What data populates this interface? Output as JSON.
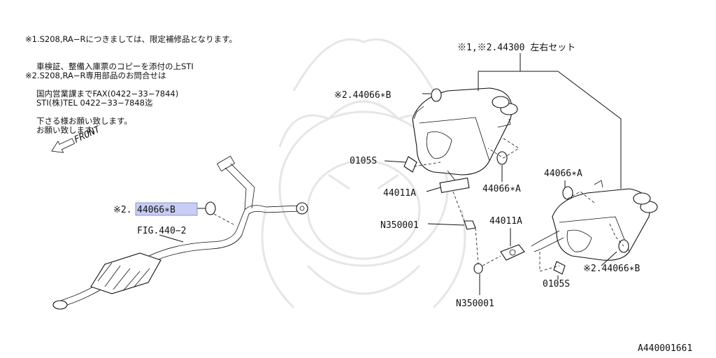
{
  "notes": [
    {
      "lines": [
        "※1.S208,RA−Rにつきましては、限定補修品となります。",
        "車検証、整備入庫票のコピーを添付の上STI",
        "国内営業課までFAX(0422−33−7844)",
        "下さる様お願い致します。"
      ]
    },
    {
      "lines": [
        "※2.S208,RA−R専用部品のお問合せは",
        "STI(株)TEL 0422−33−7848迄",
        "お願い致します。"
      ]
    }
  ],
  "front_label": "FRONT",
  "callouts": {
    "set": "※1,※2.44300 左右セット",
    "gasket_b_top": "※2.44066∗B",
    "bolt_left": "0105S",
    "gasket_a_left": "44066∗A",
    "gasket_a_right": "44066∗A",
    "flange_left": "44011A",
    "nut_upper": "N350001",
    "flange_right": "44011A",
    "gasket_b_right": "※2.44066∗B",
    "bolt_right": "0105S",
    "nut_lower": "N350001",
    "gasket_b_mid_prefix": "※2.",
    "gasket_b_mid": "44066∗B",
    "fig_ref": "FIG.440−2"
  },
  "diagram_id": "A440001661"
}
